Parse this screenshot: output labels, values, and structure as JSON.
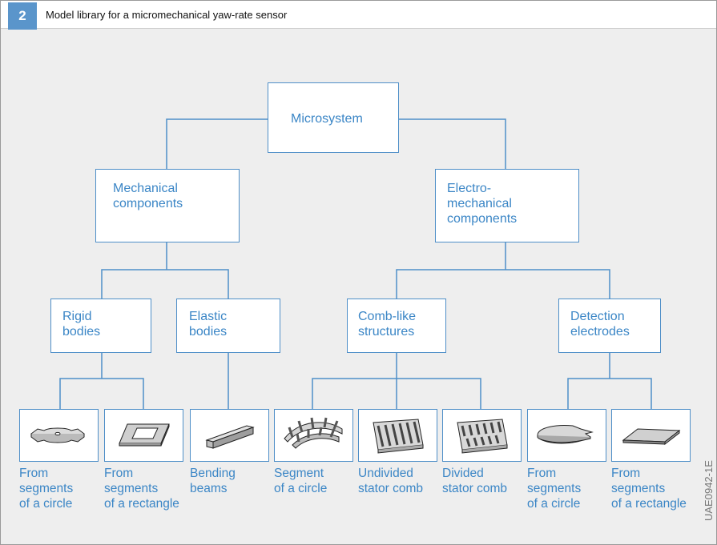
{
  "figure": {
    "number": "2",
    "title": "Model library for a micromechanical yaw-rate sensor",
    "doc_id": "UAE0942-1E"
  },
  "tree": {
    "root": "Microsystem",
    "level2": {
      "mechanical": "Mechanical\ncomponents",
      "electromechanical": "Electro-\nmechanical\ncomponents"
    },
    "level3": {
      "rigid": "Rigid\nbodies",
      "elastic": "Elastic\nbodies",
      "comb": "Comb-like\nstructures",
      "detection": "Detection\nelectrodes"
    },
    "leaves": [
      {
        "icon": "circle-segments-icon",
        "caption": "From\nsegments\nof a circle"
      },
      {
        "icon": "rectangle-segments-icon",
        "caption": "From\nsegments\nof a rectangle"
      },
      {
        "icon": "bending-beam-icon",
        "caption": "Bending\nbeams"
      },
      {
        "icon": "circle-segment-comb-icon",
        "caption": "Segment\nof a circle"
      },
      {
        "icon": "undivided-stator-comb-icon",
        "caption": "Undivided\nstator comb"
      },
      {
        "icon": "divided-stator-comb-icon",
        "caption": "Divided\nstator comb"
      },
      {
        "icon": "circle-electrode-icon",
        "caption": "From\nsegments\nof a circle"
      },
      {
        "icon": "rectangle-electrode-icon",
        "caption": "From\nsegments\nof a rectangle"
      }
    ]
  },
  "colors": {
    "accent": "#5a95cb",
    "line": "#4f8fc8",
    "label": "#3b86c6",
    "background": "#eeeeee"
  }
}
